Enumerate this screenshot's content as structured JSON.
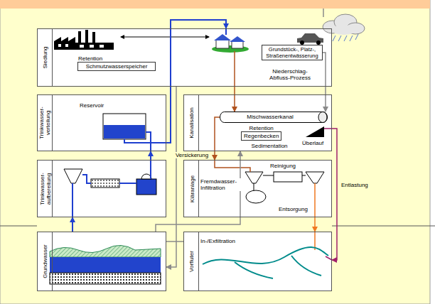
{
  "diagram": {
    "nodes": [
      {
        "text": [
          "Siedlung"
        ]
      },
      {
        "text": [
          "Retention",
          "Schmutzwasserspeicher"
        ],
        "in": 0
      },
      {
        "text": [
          "Grundstück-, Platz-, Straßenentwässerung"
        ],
        "in": 0
      },
      {
        "text": [
          "Trinkwasser- verteilung"
        ]
      },
      {
        "text": [
          "Kanalisation"
        ]
      },
      {
        "text": [
          "Mischwasserkanal"
        ],
        "in": 4
      },
      {
        "text": [
          "Retention",
          "Regenbecken"
        ],
        "in": 4
      },
      {
        "text": [
          "Trinkwasser- aufbereitung"
        ]
      },
      {
        "text": [
          "Kläranlage"
        ]
      },
      {
        "text": [
          "Grundwasser"
        ]
      },
      {
        "text": [
          "Vorfluter"
        ]
      }
    ],
    "edges": [
      {
        "from": 9,
        "to": 7,
        "arrow": "to"
      },
      {
        "from": 7,
        "to": 3,
        "arrow": "to"
      },
      {
        "from": 3,
        "to": 0,
        "arrow": "to"
      },
      {
        "from": 0,
        "to": 5,
        "arrow": "to"
      },
      {
        "from": 2,
        "to": 5,
        "arrow": "to"
      },
      {
        "from": 5,
        "to": 8,
        "arrow": "to"
      },
      {
        "from": 8,
        "to": 10,
        "arrow": "to"
      },
      {
        "from": 4,
        "to": 10,
        "label": "Entlastung",
        "arrow": "to"
      },
      {
        "from": 0,
        "to": 9,
        "label": "Versickerung",
        "arrow": "to"
      },
      {
        "from": 9,
        "to": 4,
        "label": "Fremdwasser- Infiltration",
        "arrow": "to"
      },
      {
        "from": 9,
        "to": 10,
        "label": "In-/Exfiltration",
        "arrow": "none"
      }
    ],
    "labels": [
      "Niederschlag- Abfluss-Prozess",
      "Reservoir",
      "Sedimentation",
      "Überlauf",
      "Reinigung",
      "Entsorgung"
    ]
  }
}
